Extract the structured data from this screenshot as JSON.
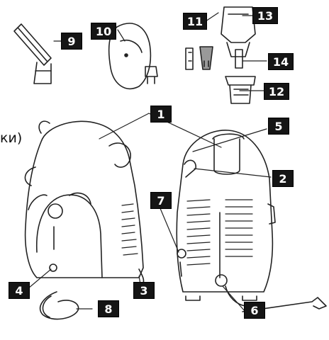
{
  "fragment_text": "ки)",
  "callouts": [
    {
      "id": "c1",
      "label": "1"
    },
    {
      "id": "c2",
      "label": "2"
    },
    {
      "id": "c3",
      "label": "3"
    },
    {
      "id": "c4",
      "label": "4"
    },
    {
      "id": "c5",
      "label": "5"
    },
    {
      "id": "c6",
      "label": "6"
    },
    {
      "id": "c7",
      "label": "7"
    },
    {
      "id": "c8",
      "label": "8"
    },
    {
      "id": "c9",
      "label": "9"
    },
    {
      "id": "c10",
      "label": "10"
    },
    {
      "id": "c11",
      "label": "11"
    },
    {
      "id": "c12",
      "label": "12"
    },
    {
      "id": "c13",
      "label": "13"
    },
    {
      "id": "c14",
      "label": "14"
    }
  ]
}
